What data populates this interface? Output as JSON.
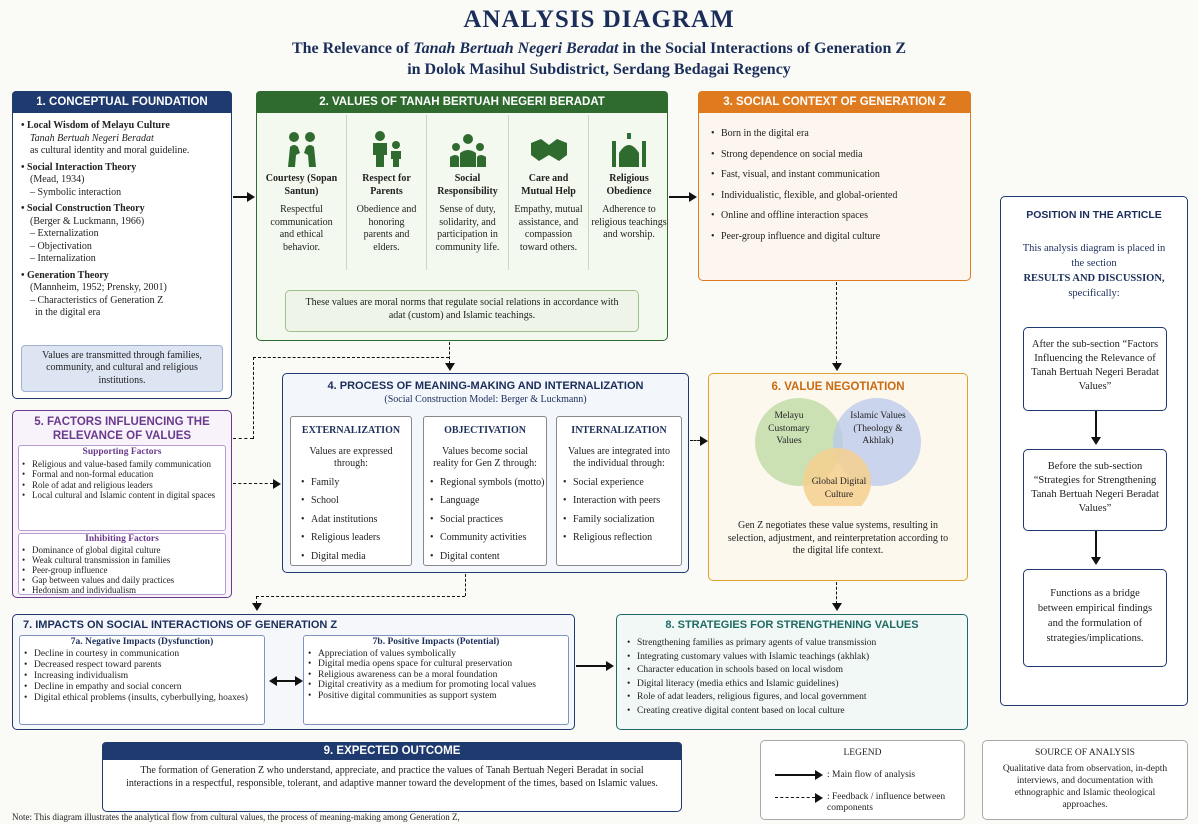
{
  "title": "ANALYSIS DIAGRAM",
  "subtitle_pre": "The Relevance of ",
  "subtitle_em": "Tanah Bertuah Negeri Beradat",
  "subtitle_post": " in the Social Interactions of Generation Z",
  "subtitle_line2": "in Dolok Masihul Subdistrict, Serdang Bedagai Regency",
  "box1": {
    "header": "1. CONCEPTUAL FOUNDATION",
    "items": [
      {
        "title": "Local Wisdom of Melayu Culture",
        "em": "Tanah Bertuah Negeri Beradat",
        "text": "as cultural identity and moral guideline."
      },
      {
        "title": "Social Interaction Theory",
        "text": "(Mead, 1934)",
        "subs": [
          "– Symbolic interaction"
        ]
      },
      {
        "title": "Social Construction Theory",
        "text": "(Berger & Luckmann, 1966)",
        "subs": [
          "– Externalization",
          "– Objectivation",
          "– Internalization"
        ]
      },
      {
        "title": "Generation Theory",
        "text": "(Mannheim, 1952; Prensky, 2001)",
        "subs": [
          "– Characteristics of Generation Z",
          "in the digital era"
        ]
      }
    ],
    "note": "Values are transmitted through families, community, and cultural and religious institutions."
  },
  "box2": {
    "header": "2. VALUES OF TANAH BERTUAH NEGERI BERADAT",
    "values": [
      {
        "icon": "courtesy-icon",
        "title": "Courtesy (Sopan Santun)",
        "desc": "Respectful communication and ethical behavior."
      },
      {
        "icon": "parents-icon",
        "title": "Respect for Parents",
        "desc": "Obedience and honoring parents and elders."
      },
      {
        "icon": "community-icon",
        "title": "Social Responsibility",
        "desc": "Sense of duty, solidarity, and participation in community life."
      },
      {
        "icon": "handshake-icon",
        "title": "Care and Mutual Help",
        "desc": "Empathy, mutual assistance, and compassion toward others."
      },
      {
        "icon": "mosque-icon",
        "title": "Religious Obedience",
        "desc": "Adherence to religious teachings and worship."
      }
    ],
    "note": "These values are moral norms that regulate social relations in accordance with adat (custom) and Islamic teachings."
  },
  "box3": {
    "header": "3. SOCIAL CONTEXT OF GENERATION Z",
    "items": [
      "Born in the digital era",
      "Strong dependence on social media",
      "Fast, visual, and instant communication",
      "Individualistic, flexible, and global-oriented",
      "Online and offline interaction spaces",
      "Peer-group influence and digital culture"
    ]
  },
  "box4": {
    "header": "4. PROCESS OF MEANING-MAKING AND INTERNALIZATION",
    "subheader": "(Social Construction Model: Berger & Luckmann)",
    "cols": [
      {
        "title": "EXTERNALIZATION",
        "intro": "Values are expressed through:",
        "items": [
          "Family",
          "School",
          "Adat institutions",
          "Religious leaders",
          "Digital media"
        ]
      },
      {
        "title": "OBJECTIVATION",
        "intro": "Values become social reality for Gen Z through:",
        "items": [
          "Regional symbols (motto)",
          "Language",
          "Social practices",
          "Community activities",
          "Digital content"
        ]
      },
      {
        "title": "INTERNALIZATION",
        "intro": "Values are integrated into the individual through:",
        "items": [
          "Social experience",
          "Interaction with peers",
          "Family socialization",
          "Religious reflection"
        ]
      }
    ]
  },
  "box5": {
    "header": "5. FACTORS INFLUENCING THE RELEVANCE OF VALUES",
    "supporting_title": "Supporting Factors",
    "supporting": [
      "Religious and value-based family communication",
      "Formal and non-formal education",
      "Role of adat and religious leaders",
      "Local cultural and Islamic content in digital spaces"
    ],
    "inhibiting_title": "Inhibiting Factors",
    "inhibiting": [
      "Dominance of global digital culture",
      "Weak cultural transmission in families",
      "Peer-group influence",
      "Gap between values and daily practices",
      "Hedonism and individualism"
    ]
  },
  "box6": {
    "header": "6. VALUE NEGOTIATION",
    "circle1": "Melayu Customary Values",
    "circle2": "Islamic Values (Theology & Akhlak)",
    "circle3": "Global Digital Culture",
    "text": "Gen Z negotiates these value systems, resulting in selection, adjustment, and reinterpretation according to the digital life context.",
    "colors": {
      "green": "#b9d9a0",
      "blue": "#b8c8ec",
      "orange": "#f6d08e"
    }
  },
  "box7": {
    "header": "7. IMPACTS ON SOCIAL INTERACTIONS OF GENERATION Z",
    "neg_title": "7a. Negative Impacts (Dysfunction)",
    "neg": [
      "Decline in courtesy in communication",
      "Decreased respect toward parents",
      "Increasing individualism",
      "Decline in empathy and social concern",
      "Digital ethical problems (insults, cyberbullying, hoaxes)"
    ],
    "pos_title": "7b. Positive Impacts (Potential)",
    "pos": [
      "Appreciation of values symbolically",
      "Digital media opens space for cultural preservation",
      "Religious awareness can be a moral foundation",
      "Digital creativity as a medium for promoting local values",
      "Positive digital communities as support system"
    ]
  },
  "box8": {
    "header": "8. STRATEGIES FOR STRENGTHENING VALUES",
    "items": [
      "Strengthening families as primary agents of value transmission",
      "Integrating customary values with Islamic teachings (akhlak)",
      "Character education in schools based on local wisdom",
      "Digital literacy (media ethics and Islamic guidelines)",
      "Role of adat leaders, religious figures, and local government",
      "Creating creative digital content based on local culture"
    ]
  },
  "box9": {
    "header": "9. EXPECTED OUTCOME",
    "text": "The formation of Generation Z who understand, appreciate, and practice the values of Tanah Bertuah Negeri Beradat in social interactions in a respectful, responsible, tolerant, and adaptive manner toward the development of the times, based on Islamic values."
  },
  "position": {
    "title": "POSITION IN THE ARTICLE",
    "intro1": "This analysis diagram is placed in the section",
    "intro_bold": "RESULTS AND DISCUSSION,",
    "intro2": "specifically:",
    "step1": "After the sub-section “Factors Influencing the Relevance of Tanah Bertuah Negeri Beradat Values”",
    "step2": "Before the sub-section “Strategies for Strengthening Tanah Bertuah Negeri Beradat Values”",
    "step3": "Functions as a bridge between empirical findings and the formulation of strategies/implications."
  },
  "legend": {
    "title": "LEGEND",
    "main": ": Main flow of analysis",
    "feedback": ": Feedback / influence between components"
  },
  "source": {
    "title": "SOURCE OF ANALYSIS",
    "text": "Qualitative data from observation, in-depth interviews, and documentation with ethnographic and Islamic theological approaches."
  },
  "note": "Note: This diagram illustrates the analytical flow from cultural values, the process of meaning-making among Generation Z,",
  "colors": {
    "navy": "#1f3a6e",
    "green": "#2f6b2f",
    "orange": "#e07a1f",
    "purple": "#6a3a8c",
    "teal": "#1f6b64"
  }
}
